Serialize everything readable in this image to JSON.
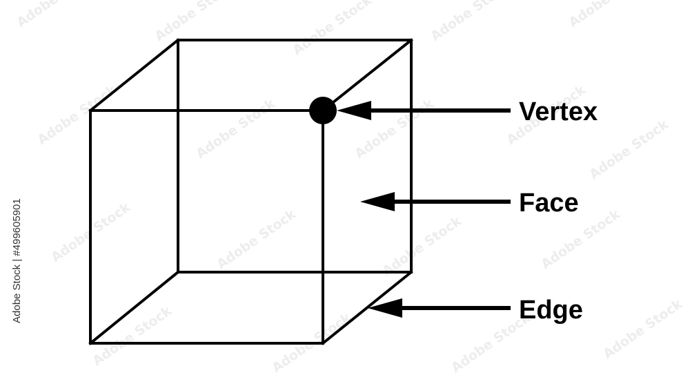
{
  "labels": {
    "vertex": "Vertex",
    "face": "Face",
    "edge": "Edge"
  },
  "watermark": {
    "text": "Adobe Stock",
    "id_text": "Adobe Stock | #499605901"
  },
  "colors": {
    "line": "#000000",
    "background": "#ffffff"
  }
}
